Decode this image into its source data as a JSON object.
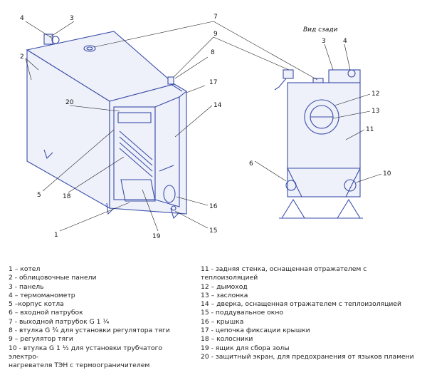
{
  "view_title": "Вид сзади",
  "callouts": [
    "1",
    "2",
    "3",
    "4",
    "5",
    "6",
    "7",
    "8",
    "9",
    "10",
    "11",
    "12",
    "13",
    "14",
    "15",
    "16",
    "17",
    "18",
    "19",
    "20"
  ],
  "legend_left": [
    "1 – котел",
    "2 - облицовочные панели",
    "3 - панель",
    "4 – термоманометр",
    "5 –корпус котла",
    "6 – входной патрубок",
    "7 - выходной патрубок G 1 ¼",
    "8 - втулка G ¾ для установки регулятора тяги",
    "9 – регулятор тяги",
    "10 - втулка G 1 ½ для установки трубчатого электро-\n       нагревателя ТЭН с термоограничителем"
  ],
  "legend_right": [
    "11 - задняя стенка, оснащенная отражателем с теплоизоляцией",
    "12 – дымоход",
    "13 – заслонка",
    "14 – дверка, оснащенная отражателем с теплоизоляцией",
    "15 - поддувальное окно",
    "16 – крышка",
    "17 - цепочка фиксации крышки",
    "18 – колосники",
    "19 - ящик для сбора золы",
    "20 - защитный экран, для предохранения от языков пламени"
  ]
}
